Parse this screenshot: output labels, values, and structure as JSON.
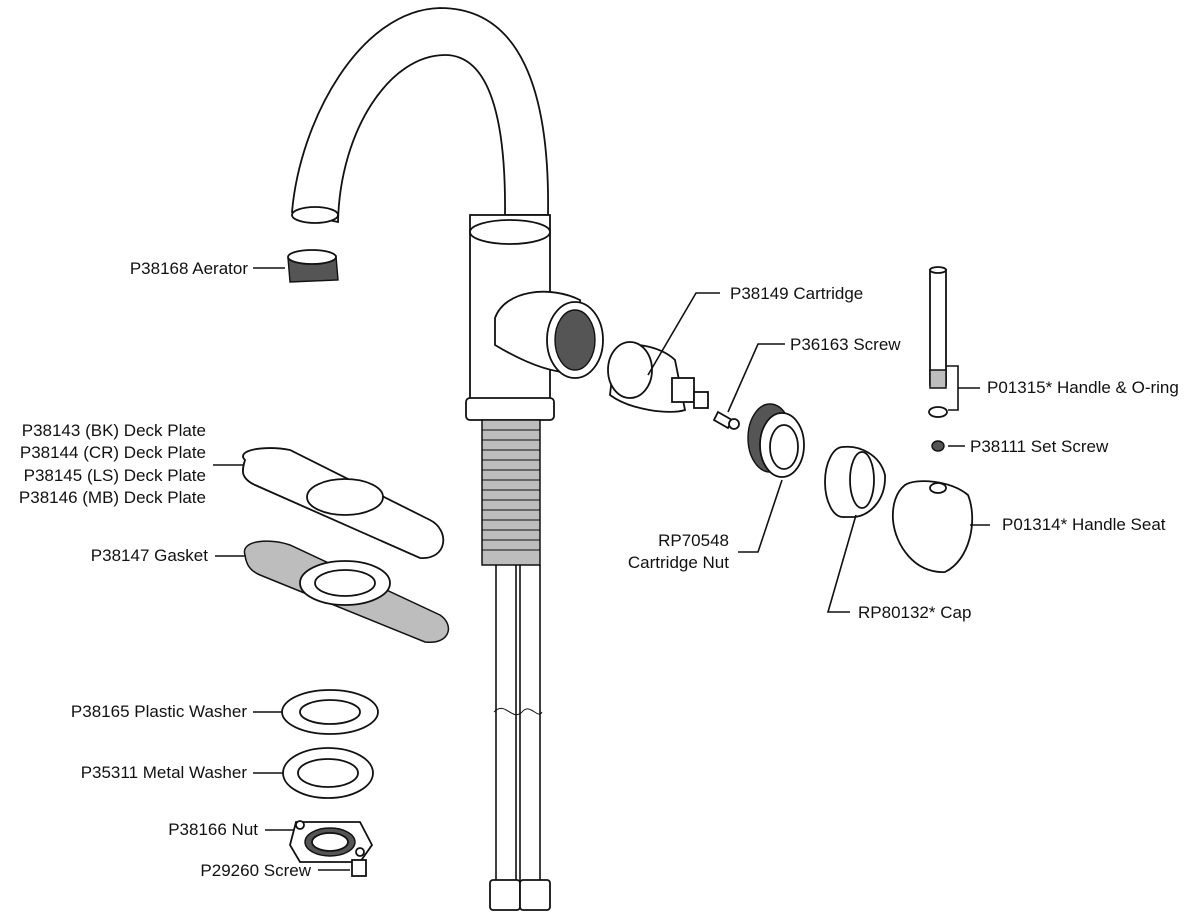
{
  "parts": {
    "aerator": "P38168 Aerator",
    "cartridge": "P38149 Cartridge",
    "screw_36163": "P36163 Screw",
    "handle_oring": "P01315* Handle & O-ring",
    "set_screw": "P38111 Set Screw",
    "deck_plate_bk": "P38143 (BK) Deck Plate",
    "deck_plate_cr": "P38144 (CR) Deck Plate",
    "deck_plate_ls": "P38145 (LS) Deck Plate",
    "deck_plate_mb": "P38146 (MB) Deck Plate",
    "gasket": "P38147 Gasket",
    "cartridge_nut_line1": "RP70548",
    "cartridge_nut_line2": "Cartridge Nut",
    "handle_seat": "P01314* Handle Seat",
    "cap": "RP80132* Cap",
    "plastic_washer": "P38165 Plastic Washer",
    "metal_washer": "P35311 Metal Washer",
    "nut": "P38166 Nut",
    "screw_29260": "P29260 Screw"
  }
}
